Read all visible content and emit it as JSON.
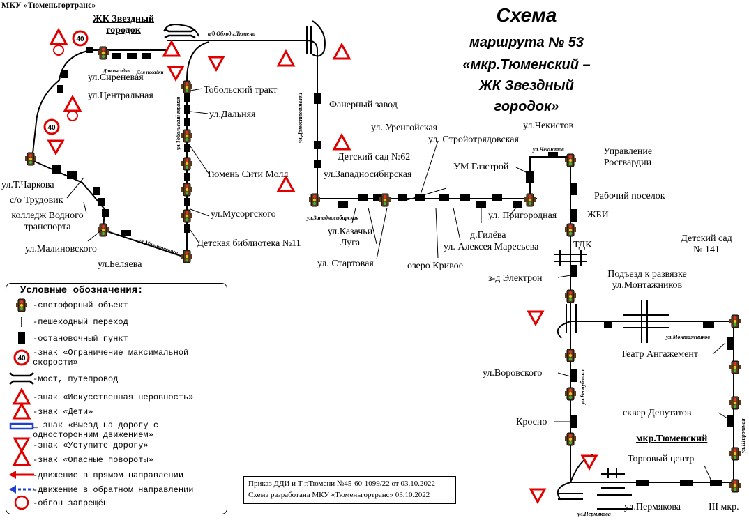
{
  "organization": "МКУ «Тюменьгортранс»",
  "title": {
    "line1": "Схема",
    "line2": "маршрута № 53",
    "line3": "«мкр.Тюменский  –",
    "line4": "ЖК Звездный",
    "line5": "городок»"
  },
  "terminus_north": "ЖК Звездный городок",
  "terminus_south": "мкр.Тюменский",
  "stops": {
    "sirenevaya": "ул.Сиреневая",
    "centralnaya": "ул.Центральная",
    "tcharkova": "ул.Т.Чаркова",
    "trudovik": "с/о Трудовик",
    "college": "колледж Водного транспорта",
    "malinovskogo": "ул.Малиновского",
    "belyaeva": "ул.Беляева",
    "tobolsky": "Тобольский тракт",
    "dalnyaya": "ул.Дальняя",
    "siti_moll": "Тюмень Сити Молл",
    "musorgskogo": "ул.Мусоргского",
    "biblioteka": "Детская библиотека №11",
    "fanerny": "Фанерный завод",
    "sad62": "Детский сад №62",
    "zapadnosib": "ул.Западносибирская",
    "urengoyskaya": "ул. Уренгойская",
    "stroyotryad": "ул. Стройотрядовская",
    "um_gazstroy": "УМ Газстрой",
    "kazachi": "ул.Казачьи Луга",
    "startovaya": "ул. Стартовая",
    "krivoe": "озеро Кривое",
    "gileva": "д.Гилёва",
    "maresyeva": "ул. Алексея Маресьева",
    "prigorodnaya": "ул. Пригородная",
    "chekistov": "ул.Чекистов",
    "rosgvardii": "Управление Росгвардии",
    "rabochy": "Рабочий поселок",
    "zhbi": "ЖБИ",
    "tdk": "ТДК",
    "elektron": "з-д Электрон",
    "podezd": "Подъезд к развязке ул.Монтажников",
    "sad141": "Детский сад № 141",
    "angazhement": "Театр Ангажемент",
    "vorovskogo": "ул.Воровского",
    "deputatov": "сквер Депутатов",
    "krosno": "Кросно",
    "torgovy": "Торговый центр",
    "permyakova": "ул.Пермякова",
    "iii_mkr": "III мкр."
  },
  "street_labels": {
    "obhod": "а/д Обход г.Тюмени",
    "dlya_vysadki": "Для высадки",
    "dlya_posadki": "Для посадки",
    "tobolsky_trakt": "ул.Тобольский тракт",
    "domostroiteley": "ул.Домостроителей",
    "zapadnosibirskaya": "ул.Западносибирская",
    "chekistov": "ул.Чекистов",
    "malinovskogo": "ул.Малиновского",
    "montazhnikov": "ул.Монтажников",
    "respubliki": "ул.Республики",
    "shirotnaya": "ул.Широтная",
    "permyakova": "ул.Пермякова"
  },
  "speed_limit": "40",
  "legend": {
    "heading": "Условные обозначения:",
    "items": [
      {
        "icon": "traffic-light-icon",
        "text": "-светофорный объект"
      },
      {
        "icon": "crosswalk-icon",
        "text": "-пешеходный переход"
      },
      {
        "icon": "bus-stop-icon",
        "text": "-остановочный пункт"
      },
      {
        "icon": "speed-limit-icon",
        "text": "-знак «Ограничение максимальной скорости»"
      },
      {
        "icon": "bridge-icon",
        "text": "-мост, путепровод"
      },
      {
        "icon": "speed-bump-icon",
        "text": "-знак «Искусственная неровность»"
      },
      {
        "icon": "children-icon",
        "text": "-знак «Дети»"
      },
      {
        "icon": "one-way-exit-icon",
        "text": "_ знак «Выезд на дорогу с односторонним движением»"
      },
      {
        "icon": "yield-icon",
        "text": "-знак «Уступите дорогу»"
      },
      {
        "icon": "dangerous-turns-icon",
        "text": "-знак «Опасные повороты»"
      },
      {
        "icon": "forward-arrow-icon",
        "text": "-движение в прямом направлении"
      },
      {
        "icon": "reverse-arrow-icon",
        "text": "-движение в обратном направлении"
      },
      {
        "icon": "no-overtaking-icon",
        "text": "-обгон запрещён"
      }
    ]
  },
  "order_text": {
    "line1": "Приказ ДДИ и Т г.Тюмени №45-60-1099/22 от 03.10.2022",
    "line2": "Схема разработана МКУ «Тюменьгортранс» 03.10.2022"
  },
  "colors": {
    "route": "#000000",
    "sign_red": "#e00000",
    "forward_arrow": "#e00000",
    "reverse_arrow": "#1f3fd0"
  }
}
